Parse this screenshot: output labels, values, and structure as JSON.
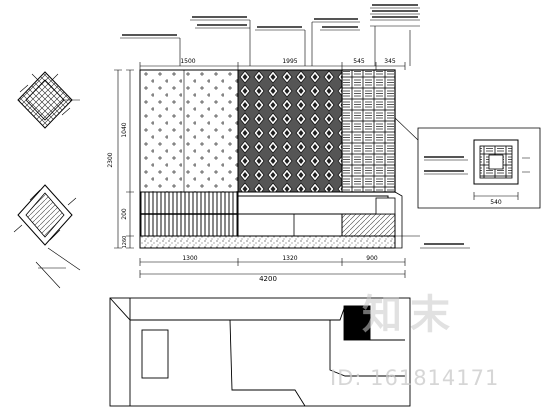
{
  "drawing": {
    "dimensions_top": [
      "1500",
      "1995",
      "545",
      "345"
    ],
    "dimension_left": "2300",
    "dimensions_left_mid": [
      "1040",
      "200",
      "1260"
    ],
    "dimensions_bottom": [
      "1300",
      "1320",
      "900"
    ],
    "dimension_total": "4200",
    "detail_dimension": "540"
  },
  "watermark": {
    "logo_text": "知末",
    "id_text": "ID: 161814171"
  }
}
